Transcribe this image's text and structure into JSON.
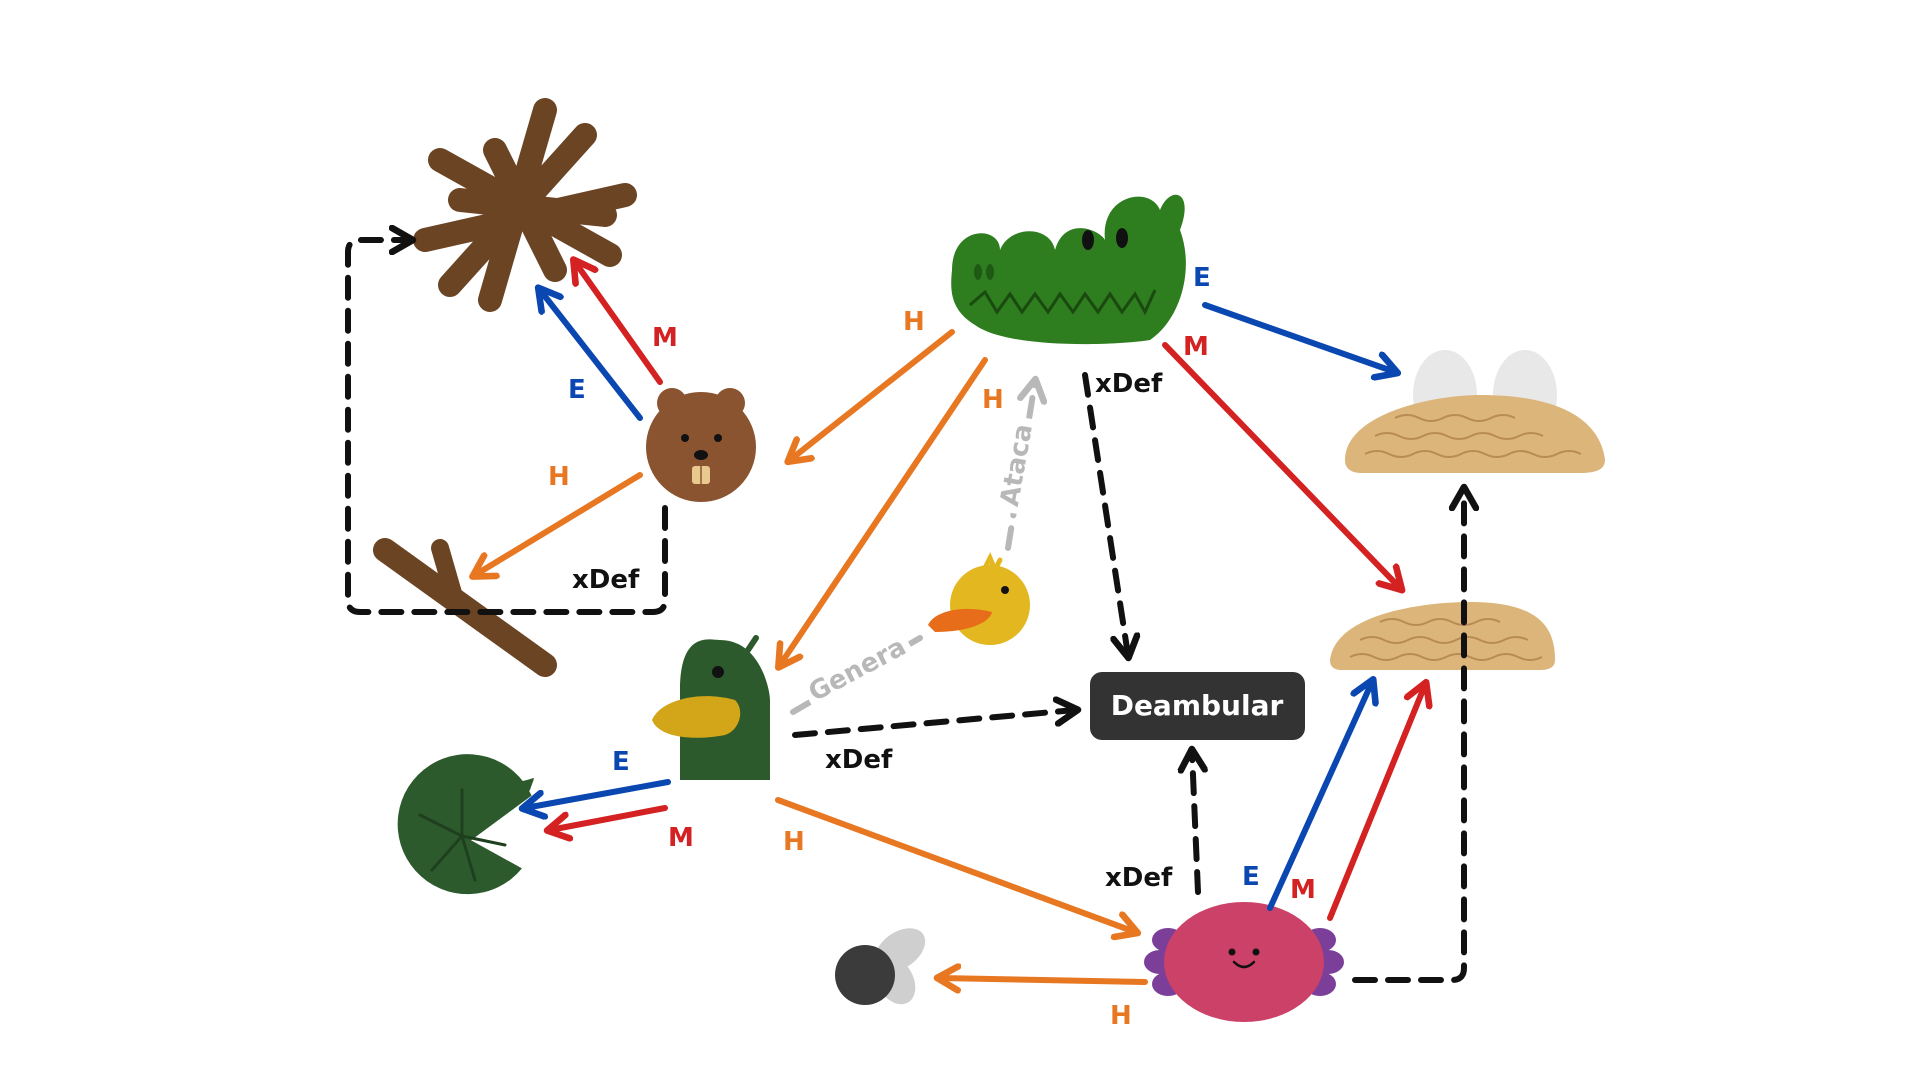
{
  "labels": {
    "H": "H",
    "M": "M",
    "E": "E",
    "xDef": "xDef",
    "genera": "Genera",
    "ataca": "Ataca",
    "deambular": "Deambular"
  },
  "colors": {
    "H": "#e87722",
    "M": "#d42121",
    "E": "#0a47b0",
    "xDef": "#111111",
    "gray": "#b8b8b8",
    "box": "#333333"
  },
  "icons": [
    "crocodile-icon",
    "beaver-icon",
    "log-pile-icon",
    "stick-icon",
    "duck-icon",
    "duckling-icon",
    "lily-pad-icon",
    "axolotl-icon",
    "fly-icon",
    "sand-nest-with-eggs-icon",
    "sand-mound-icon"
  ]
}
